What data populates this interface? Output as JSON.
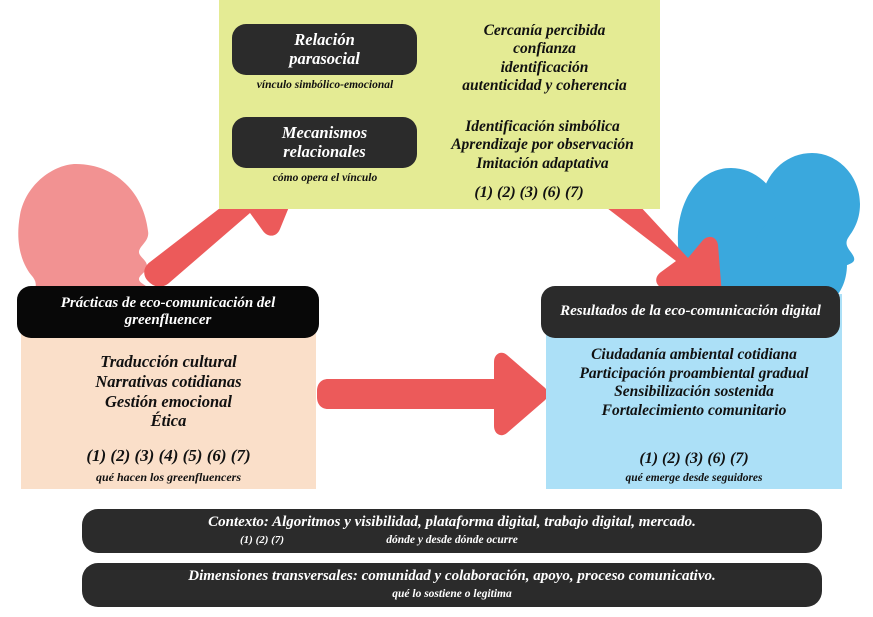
{
  "colors": {
    "green_panel": "#e4eb94",
    "pink_panel": "#fadfc9",
    "blue_panel": "#ace0f7",
    "dark": "#2b2b2b",
    "black": "#080808",
    "arrow_red": "#ec5a5a",
    "head_pink": "#f29292",
    "head_blue": "#3aa8dd",
    "text_dark": "#111111",
    "text_light": "#ffffff"
  },
  "green_panel": {
    "pill_parasocial": "Relación\nparasocial",
    "caption_parasocial": "vínculo simbólico-emocional",
    "pill_mecanismos": "Mecanismos\nrelacionales",
    "caption_mecanismos": "cómo opera el vínculo",
    "outcomes_top": "Cercanía percibida\nconfianza\nidentificación\nautenticidad y coherencia",
    "outcomes_bottom": "Identificación simbólica\nAprendizaje por observación\nImitación adaptativa",
    "codes": "(1) (2) (3) (6) (7)"
  },
  "practices": {
    "header": "Prácticas de eco-comunicación del greenfluencer",
    "items": "Traducción cultural\nNarrativas cotidianas\nGestión emocional\nÉtica",
    "codes": "(1) (2) (3) (4) (5) (6) (7)",
    "caption": "qué hacen los greenfluencers"
  },
  "results": {
    "header": "Resultados de la eco-comunicación digital",
    "items": "Ciudadanía ambiental cotidiana\nParticipación proambiental gradual\nSensibilización sostenida\nFortalecimiento comunitario",
    "codes": "(1) (2) (3) (6) (7)",
    "caption": "qué emerge desde seguidores"
  },
  "bars": [
    {
      "title": "Contexto: Algoritmos y visibilidad, plataforma digital, trabajo digital, mercado.",
      "codes": "(1) (2) (7)",
      "sub": "dónde y desde dónde ocurre"
    },
    {
      "title": "Dimensiones transversales: comunidad y colaboración, apoyo, proceso comunicativo.",
      "codes": "",
      "sub": "qué lo sostiene o legitima"
    }
  ],
  "figures": {
    "greenfluencer_head": "head-silhouette-pink",
    "follower_heads": "head-silhouettes-blue"
  },
  "arrows": {
    "practices_to_relational": "arrow-up-right",
    "relational_to_results": "arrow-down-right",
    "practices_to_results": "arrow-right"
  }
}
